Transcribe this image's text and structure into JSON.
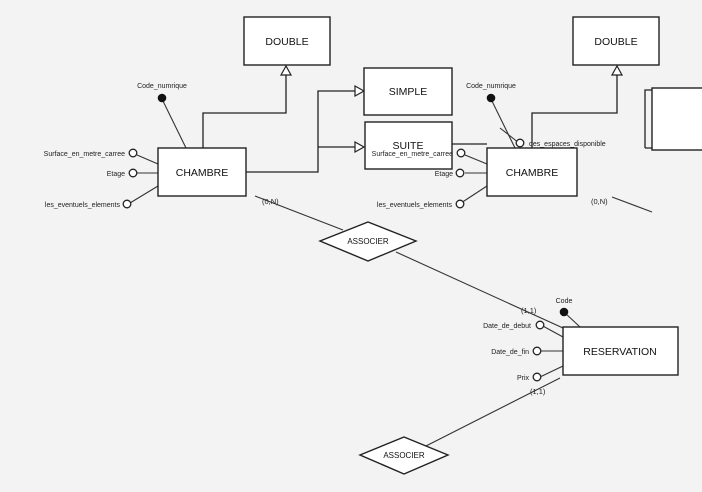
{
  "entities": {
    "double_left": "DOUBLE",
    "double_right": "DOUBLE",
    "simple": "SIMPLE",
    "suite": "SUITE",
    "chambre_left": "CHAMBRE",
    "chambre_right": "CHAMBRE",
    "reservation": "RESERVATION"
  },
  "attributes": {
    "code_numerique_left": "Code_numrique",
    "code_numerique_right": "Code_numrique",
    "surface_left": "Surface_en_metre_carree",
    "surface_right": "Surface_en_metre_carree",
    "etage_left": "Etage",
    "etage_right": "Etage",
    "elements_left": "les_eventuels_elements",
    "elements_right": "les_eventuels_elements",
    "espaces": "des_espaces_disponible",
    "code": "Code",
    "date_debut": "Date_de_debut",
    "date_fin": "Date_de_fin",
    "prix": "Prix"
  },
  "relations": {
    "associer_top": "ASSOCIER",
    "associer_bottom": "ASSOCIER"
  },
  "cardinalities": {
    "chambre_left": "(0,N)",
    "chambre_right": "(0,N)",
    "reservation_top": "(1,1)",
    "reservation_bottom": "(1,1)"
  }
}
